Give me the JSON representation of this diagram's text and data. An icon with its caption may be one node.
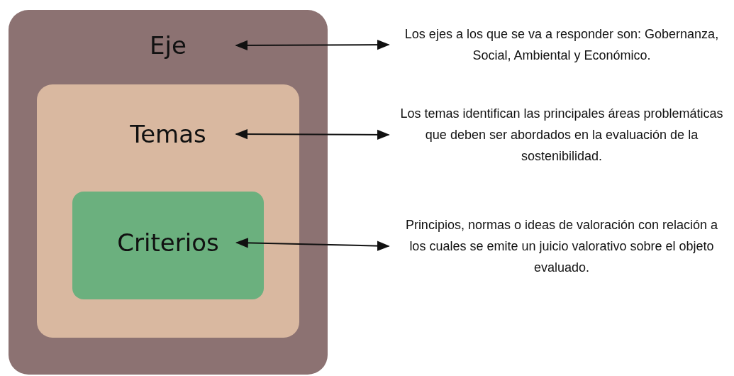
{
  "diagram": {
    "nodes": [
      {
        "text": [
          "Eje"
        ]
      },
      {
        "text": [
          "Temas"
        ],
        "in": 0
      },
      {
        "text": [
          "Criterios"
        ],
        "in": 1
      },
      {
        "text": [
          "Los ejes a los que se va a responder son: Gobernanza, Social, Ambiental y Económico."
        ]
      },
      {
        "text": [
          "Los temas identifican las principales áreas problemáticas que deben ser abordados en la evaluación de la sostenibilidad."
        ]
      },
      {
        "text": [
          "Principios, normas o ideas de valoración con relación a los cuales se emite un juicio valorativo sobre el objeto evaluado."
        ]
      }
    ],
    "edges": [
      {
        "from": 0,
        "to": 3,
        "arrow": "both"
      },
      {
        "from": 1,
        "to": 4,
        "arrow": "both"
      },
      {
        "from": 2,
        "to": 5,
        "arrow": "both"
      }
    ]
  }
}
